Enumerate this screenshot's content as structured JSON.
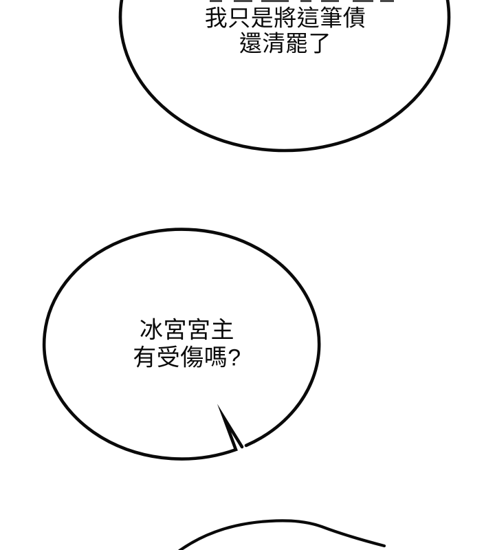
{
  "colors": {
    "background": "#ffffff",
    "ink": "#0a0a0a"
  },
  "speech_bubbles": [
    {
      "id": "top-bubble",
      "lines": [
        "我只是將這筆債",
        "還清罷了"
      ]
    },
    {
      "id": "middle-bubble",
      "lines": [
        "冰宮宮主",
        "有受傷嗎?"
      ]
    },
    {
      "id": "bottom-bubble-partial",
      "lines": []
    }
  ]
}
